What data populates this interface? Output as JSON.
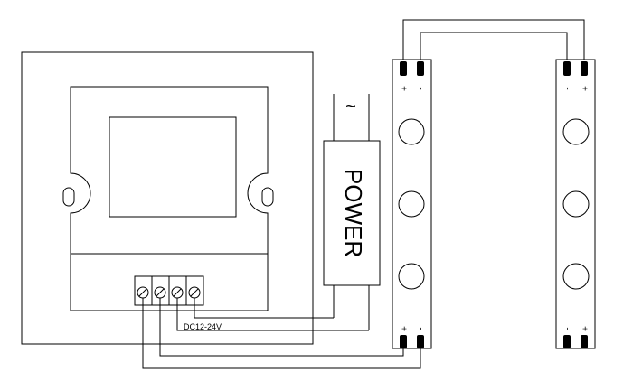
{
  "power_supply": {
    "label": "POWER",
    "ac_symbol": "~"
  },
  "controller": {
    "voltage_label": "DC12-24V",
    "terminal_count": 4
  },
  "strips": {
    "left": {
      "top_polarity": [
        "+",
        "-"
      ],
      "bottom_polarity": [
        "+",
        "-"
      ],
      "led_count": 3
    },
    "right": {
      "top_polarity": [
        "-",
        "+"
      ],
      "bottom_polarity": [
        "-",
        "+"
      ],
      "led_count": 3
    }
  },
  "colors": {
    "line": "#000000",
    "background": "#ffffff"
  }
}
